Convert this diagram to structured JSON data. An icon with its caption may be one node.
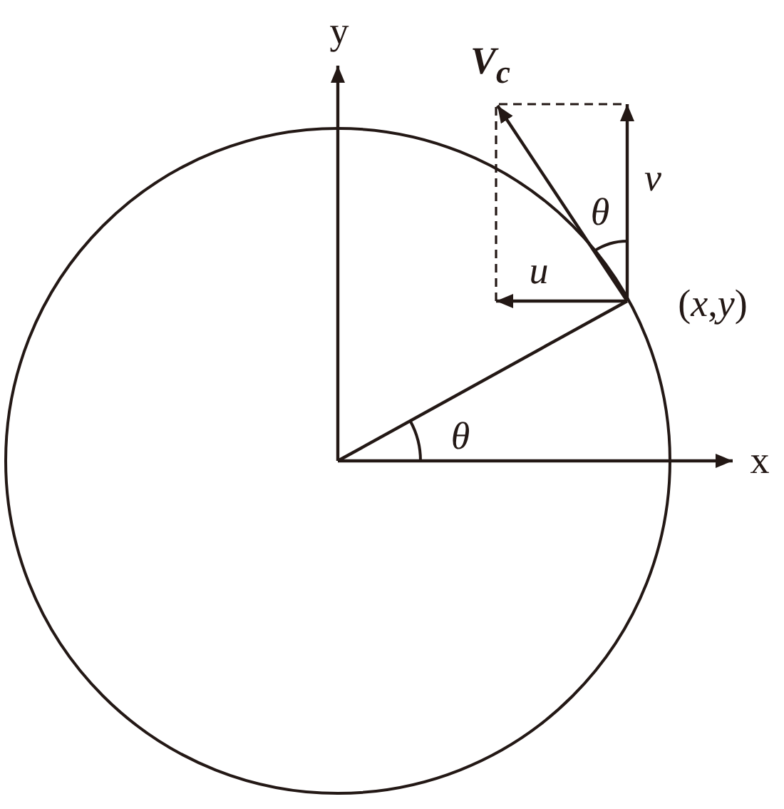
{
  "diagram": {
    "labels": [
      "y",
      "x",
      "V$_{c}$",
      "θ",
      "v",
      "u",
      "(*x*,*y*)",
      "θ"
    ]
  }
}
